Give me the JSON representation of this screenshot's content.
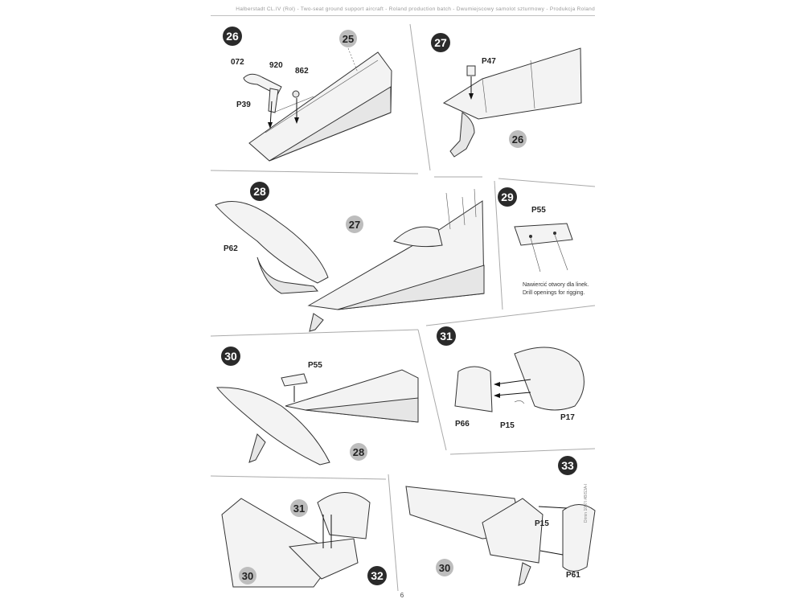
{
  "header": {
    "text": "Halberstadt CL.IV (Rol) - Two-seat ground support aircraft - Roland production batch - Dwumiejscowy samolot szturmowy - Produkcja Roland"
  },
  "page_number": "6",
  "side_code": "Dirnin 1007I #BIS3A-I",
  "steps": [
    {
      "number": "26",
      "parts": [
        "072",
        "920",
        "862",
        "P39"
      ],
      "callouts": [
        "25"
      ]
    },
    {
      "number": "27",
      "parts": [
        "P47"
      ],
      "callouts": [
        "26"
      ]
    },
    {
      "number": "28",
      "parts": [
        "P62"
      ],
      "callouts": [
        "27"
      ]
    },
    {
      "number": "29",
      "parts": [
        "P55"
      ],
      "callouts": [],
      "note_pl": "Nawiercić otwory dla linek.",
      "note_en": "Drill openings for rigging."
    },
    {
      "number": "30",
      "parts": [
        "P55"
      ],
      "callouts": [
        "28"
      ]
    },
    {
      "number": "31",
      "parts": [
        "P66",
        "P15",
        "P17"
      ],
      "callouts": []
    },
    {
      "number": "32",
      "parts": [],
      "callouts": [
        "31",
        "30"
      ]
    },
    {
      "number": "33",
      "parts": [
        "P15",
        "P61"
      ],
      "callouts": [
        "30"
      ]
    }
  ]
}
